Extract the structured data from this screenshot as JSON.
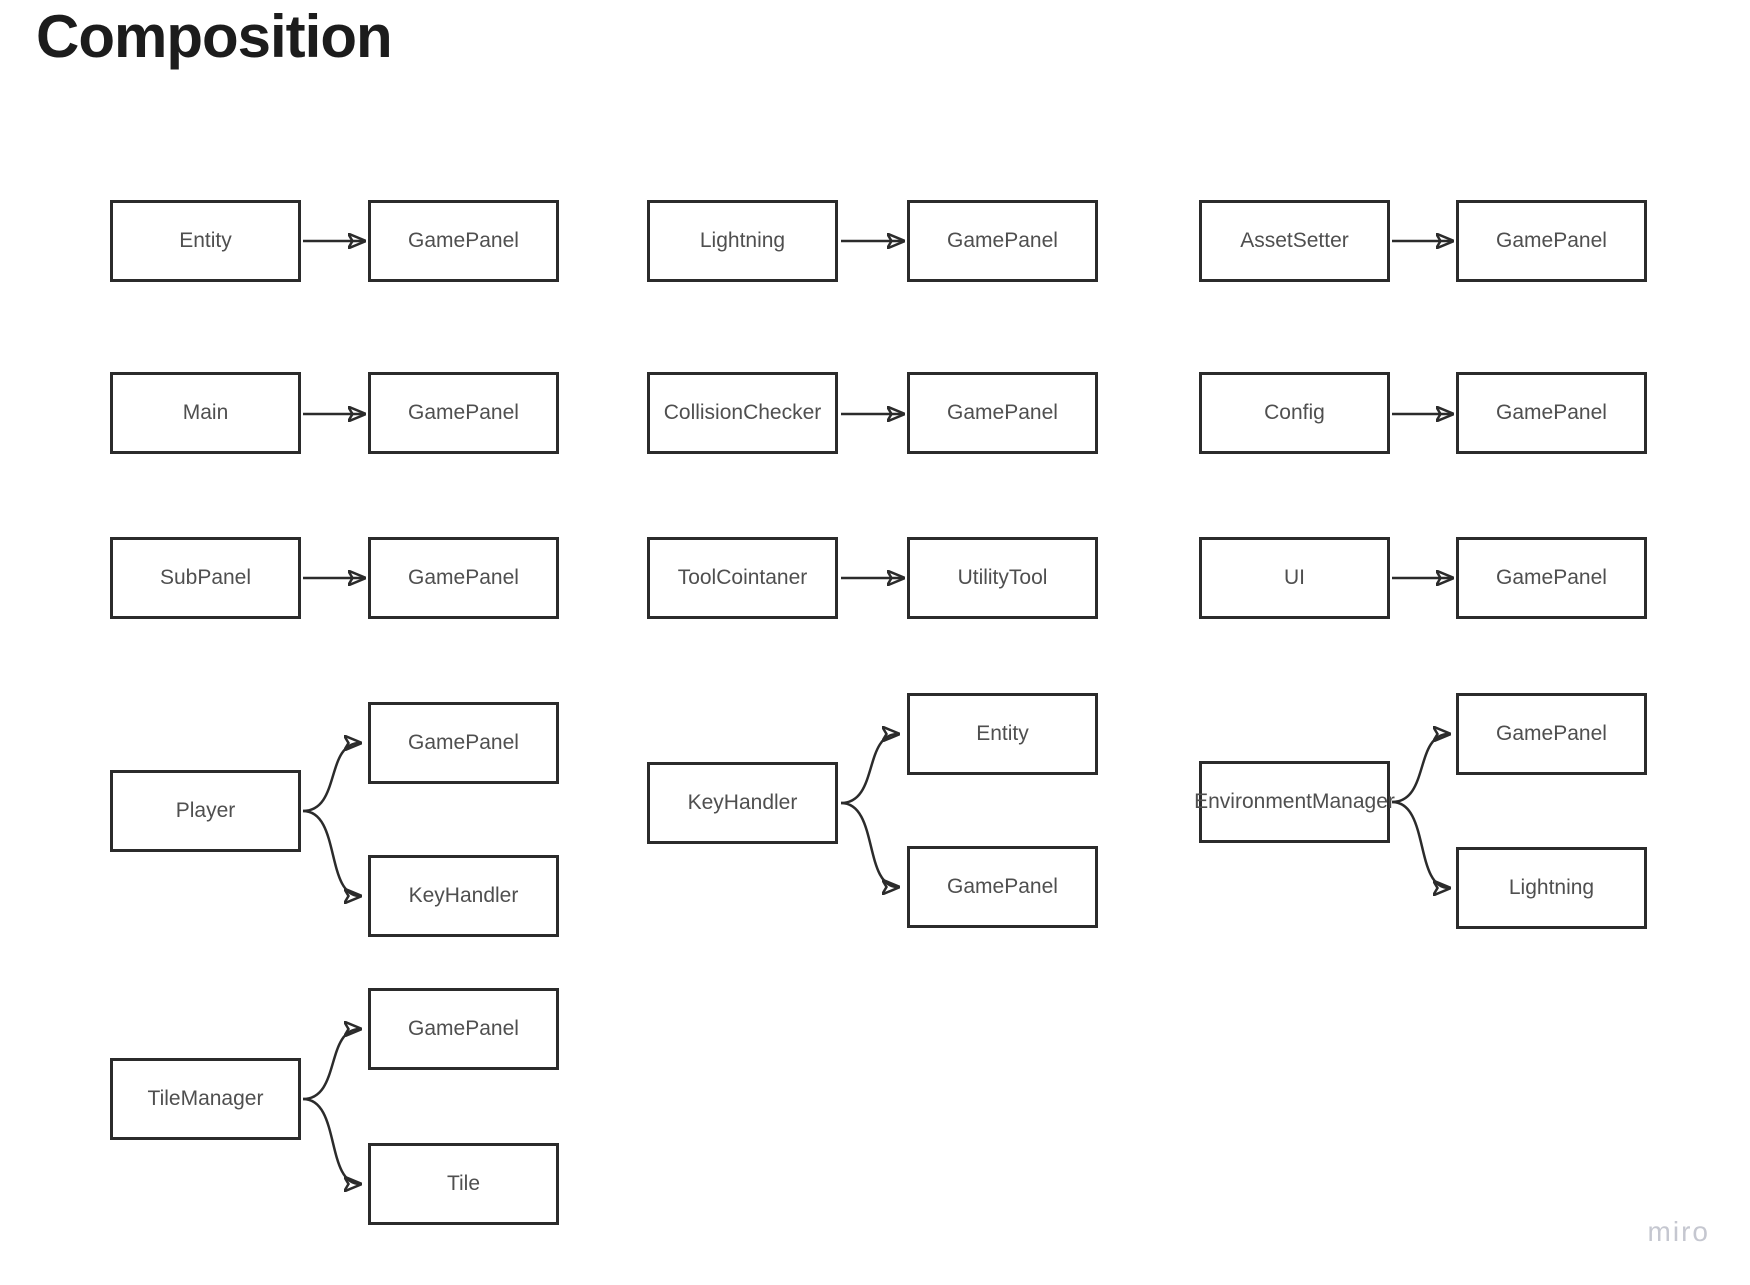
{
  "board": {
    "title": "Composition",
    "watermark": "miro"
  },
  "colors": {
    "background": "#ffffff",
    "box_border": "#2b2b2b",
    "box_fill": "#ffffff",
    "label_text": "#4f4f4f",
    "arrow": "#2b2b2b",
    "title_text": "#1c1c1c",
    "watermark_text": "#c5c7d0"
  },
  "diagram": {
    "simple_pairs": [
      {
        "source": "Entity",
        "target": "GamePanel"
      },
      {
        "source": "Lightning",
        "target": "GamePanel"
      },
      {
        "source": "AssetSetter",
        "target": "GamePanel"
      },
      {
        "source": "Main",
        "target": "GamePanel"
      },
      {
        "source": "CollisionChecker",
        "target": "GamePanel"
      },
      {
        "source": "Config",
        "target": "GamePanel"
      },
      {
        "source": "SubPanel",
        "target": "GamePanel"
      },
      {
        "source": "ToolCointaner",
        "target": "UtilityTool"
      },
      {
        "source": "UI",
        "target": "GamePanel"
      }
    ],
    "branch_clusters": [
      {
        "source": "Player",
        "targets": [
          "GamePanel",
          "KeyHandler"
        ]
      },
      {
        "source": "KeyHandler",
        "targets": [
          "Entity",
          "GamePanel"
        ]
      },
      {
        "source": "EnvironmentManager",
        "targets": [
          "GamePanel",
          "Lightning"
        ]
      },
      {
        "source": "TileManager",
        "targets": [
          "GamePanel",
          "Tile"
        ]
      }
    ]
  }
}
